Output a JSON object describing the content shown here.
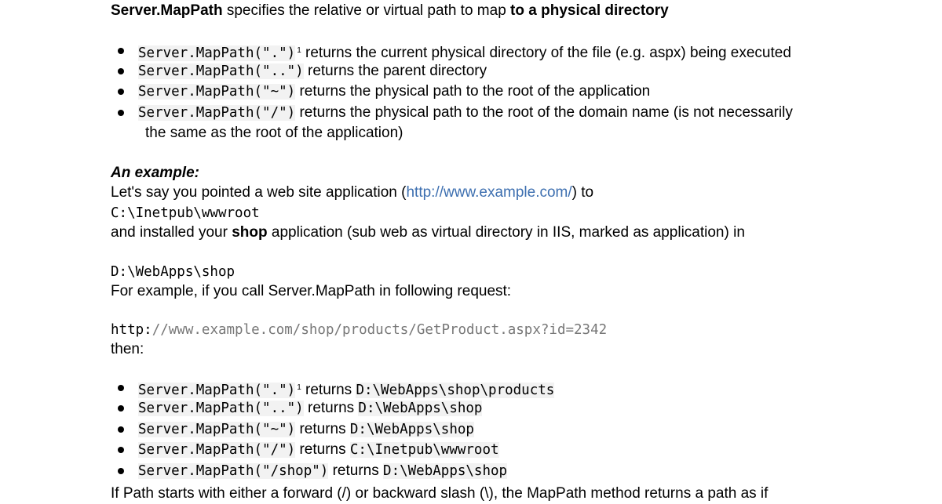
{
  "intro": {
    "lead_bold": "Server.MapPath",
    "lead_rest": " specifies the relative or virtual path to map ",
    "lead_tail_bold": "to a physical directory"
  },
  "list1": [
    {
      "code": "Server.MapPath(\".\")",
      "sup": "1",
      "text": " returns the current physical directory of the file (e.g. aspx) being executed"
    },
    {
      "code": "Server.MapPath(\"..\")",
      "text": " returns the parent directory"
    },
    {
      "code": "Server.MapPath(\"~\")",
      "text": " returns the physical path to the root of the application"
    },
    {
      "code": "Server.MapPath(\"/\")",
      "text": " returns the physical path to the root of the domain name (is not necessarily",
      "cont": "the same as the root of the application)"
    }
  ],
  "example": {
    "heading": "An example:",
    "p1_pre": "Let's say you pointed a web site application (",
    "p1_link": "http://www.example.com/",
    "p1_post": ") to",
    "path1": "C:\\Inetpub\\wwwroot",
    "p2_pre": "and installed your ",
    "p2_bold": "shop",
    "p2_post": " application (sub web as virtual directory in IIS, marked as application) in",
    "path2": "D:\\WebApps\\shop",
    "p3": "For example, if you call Server.MapPath in following request:",
    "req_scheme": "http:",
    "req_rest": "//www.example.com/shop/products/GetProduct.aspx?id=2342",
    "then": "then:"
  },
  "list2": [
    {
      "code": "Server.MapPath(\".\")",
      "sup": "1",
      "mid": " returns ",
      "result": "D:\\WebApps\\shop\\products"
    },
    {
      "code": "Server.MapPath(\"..\")",
      "mid": " returns ",
      "result": "D:\\WebApps\\shop"
    },
    {
      "code": "Server.MapPath(\"~\")",
      "mid": " returns ",
      "result": "D:\\WebApps\\shop"
    },
    {
      "code": "Server.MapPath(\"/\")",
      "mid": " returns ",
      "result": "C:\\Inetpub\\wwwroot"
    },
    {
      "code": "Server.MapPath(\"/shop\")",
      "mid": " returns ",
      "result": "D:\\WebApps\\shop"
    }
  ],
  "footer_partial": "If Path starts with either a forward (/) or backward slash (\\), the MapPath method returns a path as if"
}
